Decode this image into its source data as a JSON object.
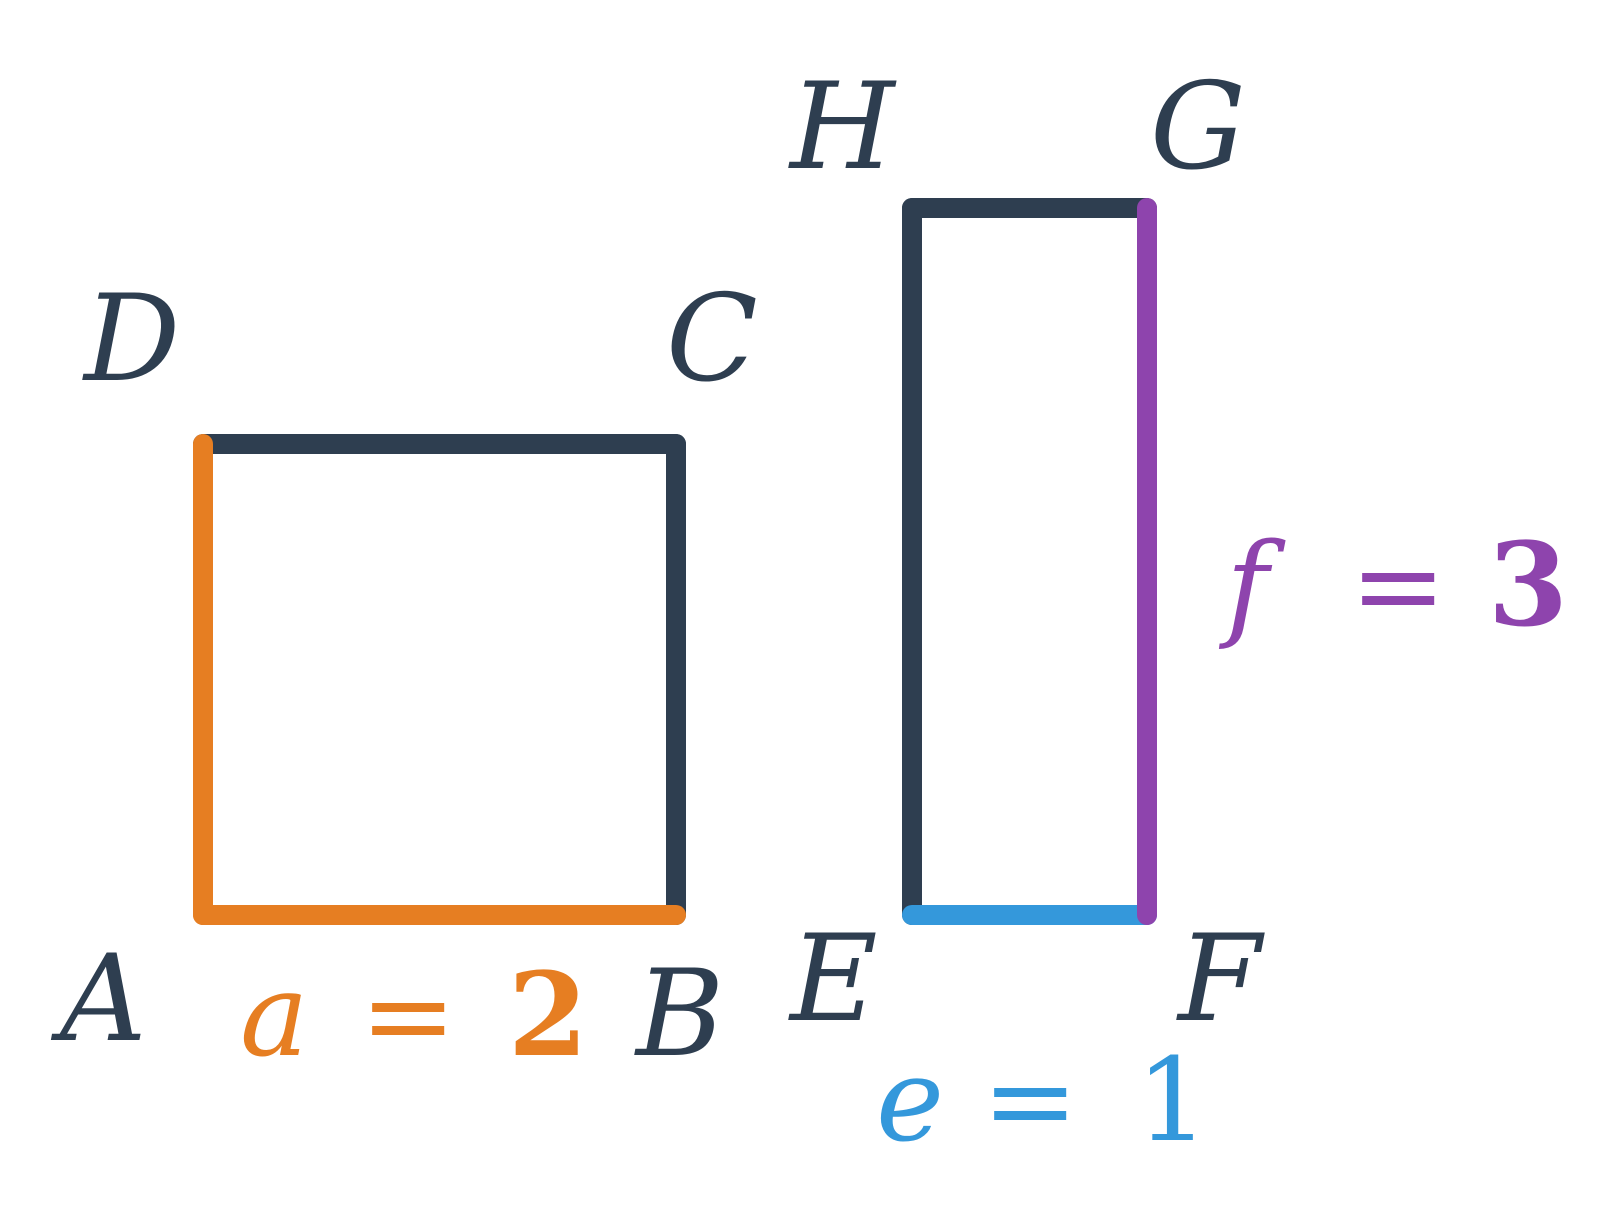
{
  "colors": {
    "dark": "#2e3e50",
    "orange": "#e67e22",
    "blue": "#3498db",
    "purple": "#8e44ad",
    "background": "#ffffff"
  },
  "square": {
    "vertices": {
      "A": "A",
      "B": "B",
      "C": "C",
      "D": "D"
    },
    "side_label": {
      "symbol": "a",
      "equals": "=",
      "value": "2"
    }
  },
  "rectangle": {
    "vertices": {
      "E": "E",
      "F": "F",
      "G": "G",
      "H": "H"
    },
    "bottom_label": {
      "symbol": "e",
      "equals": "=",
      "value": "1"
    },
    "right_label": {
      "symbol": "f",
      "equals": "=",
      "value": "3"
    }
  }
}
